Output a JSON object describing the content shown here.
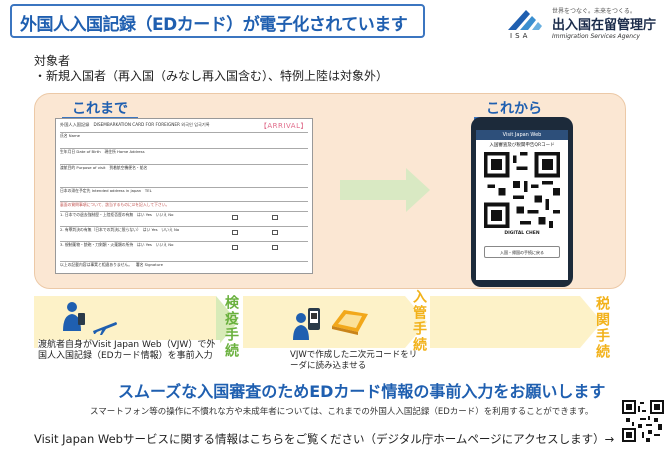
{
  "header": {
    "title": "外国人入国記録（EDカード）が電子化されています",
    "agency_tagline": "世界をつなぐ。未来をつくる。",
    "agency_name": "出入国在留管理庁",
    "agency_english": "Immigration Services Agency",
    "agency_abbr": "ISA"
  },
  "target": {
    "label": "対象者",
    "detail": "・新規入国者（再入国（みなし再入国含む）、特例上陸は対象外）"
  },
  "comparison": {
    "before_heading": "これまで",
    "after_heading": "これから"
  },
  "card": {
    "header_text": "外国人入国記録　DISEMBARKATION CARD FOR FOREIGNER 외국인 입국기록",
    "arrival_label": "【ARRIVAL】",
    "rows": [
      "氏名 Name",
      "生年月日 Date of Birth　現住所 Home Address",
      "渡航目的 Purpose of visit　到着航空機便名・船名",
      "日本の滞在予定先 Intended address in Japan　TEL",
      "裏面の質問事項について、該当するものに☑を記入して下さい。",
      "1. 日本での退去強制歴・上陸拒否歴の有無　はい Yes　いいえ No",
      "2. 有罪判決の有無（日本での判決に限らない）　はい Yes　いいえ No",
      "3. 規制薬物・銃砲・刀剣類・火薬類の所持　はい Yes　いいえ No",
      "以上の記載内容は事実と相違ありません。　署名 Signature"
    ]
  },
  "phone": {
    "header": "Visit Japan Web",
    "qr_title": "入国審査及び税関申告QRコード",
    "name": "DIGITAL CHEN",
    "button": "入国・帰国の手続に戻る"
  },
  "flow": {
    "quarantine": "検疫手続",
    "immigration": "入管手続",
    "customs": "税関手続"
  },
  "notes": {
    "traveler": "渡航者自身がVisit Japan Web（VJW）で外国人入国記録（EDカード情報）を事前入力",
    "vjw": "VJWで作成した二次元コードをリーダに読み込ませる"
  },
  "cta": "スムーズな入国審査のためEDカード情報の事前入力をお願いします",
  "assist_note": "スマートフォン等の操作に不慣れな方や未成年者については、これまでの外国人入国記録（EDカード）を利用することができます。",
  "info_link": "Visit Japan Webサービスに関する情報はこちらをご覧ください（デジタル庁ホームページにアクセスします）→",
  "colors": {
    "brand_blue": "#1f5fb0",
    "panel_peach": "#fbe7d3",
    "flow_cream": "#fdf2c8",
    "quarantine_green": "#6ab13e",
    "immigration_yellow": "#f2b21b"
  },
  "icons": [
    "isa-logo-icon",
    "traveler-phone-icon",
    "airplane-icon",
    "qr-reader-icon",
    "qr-code-icon"
  ]
}
